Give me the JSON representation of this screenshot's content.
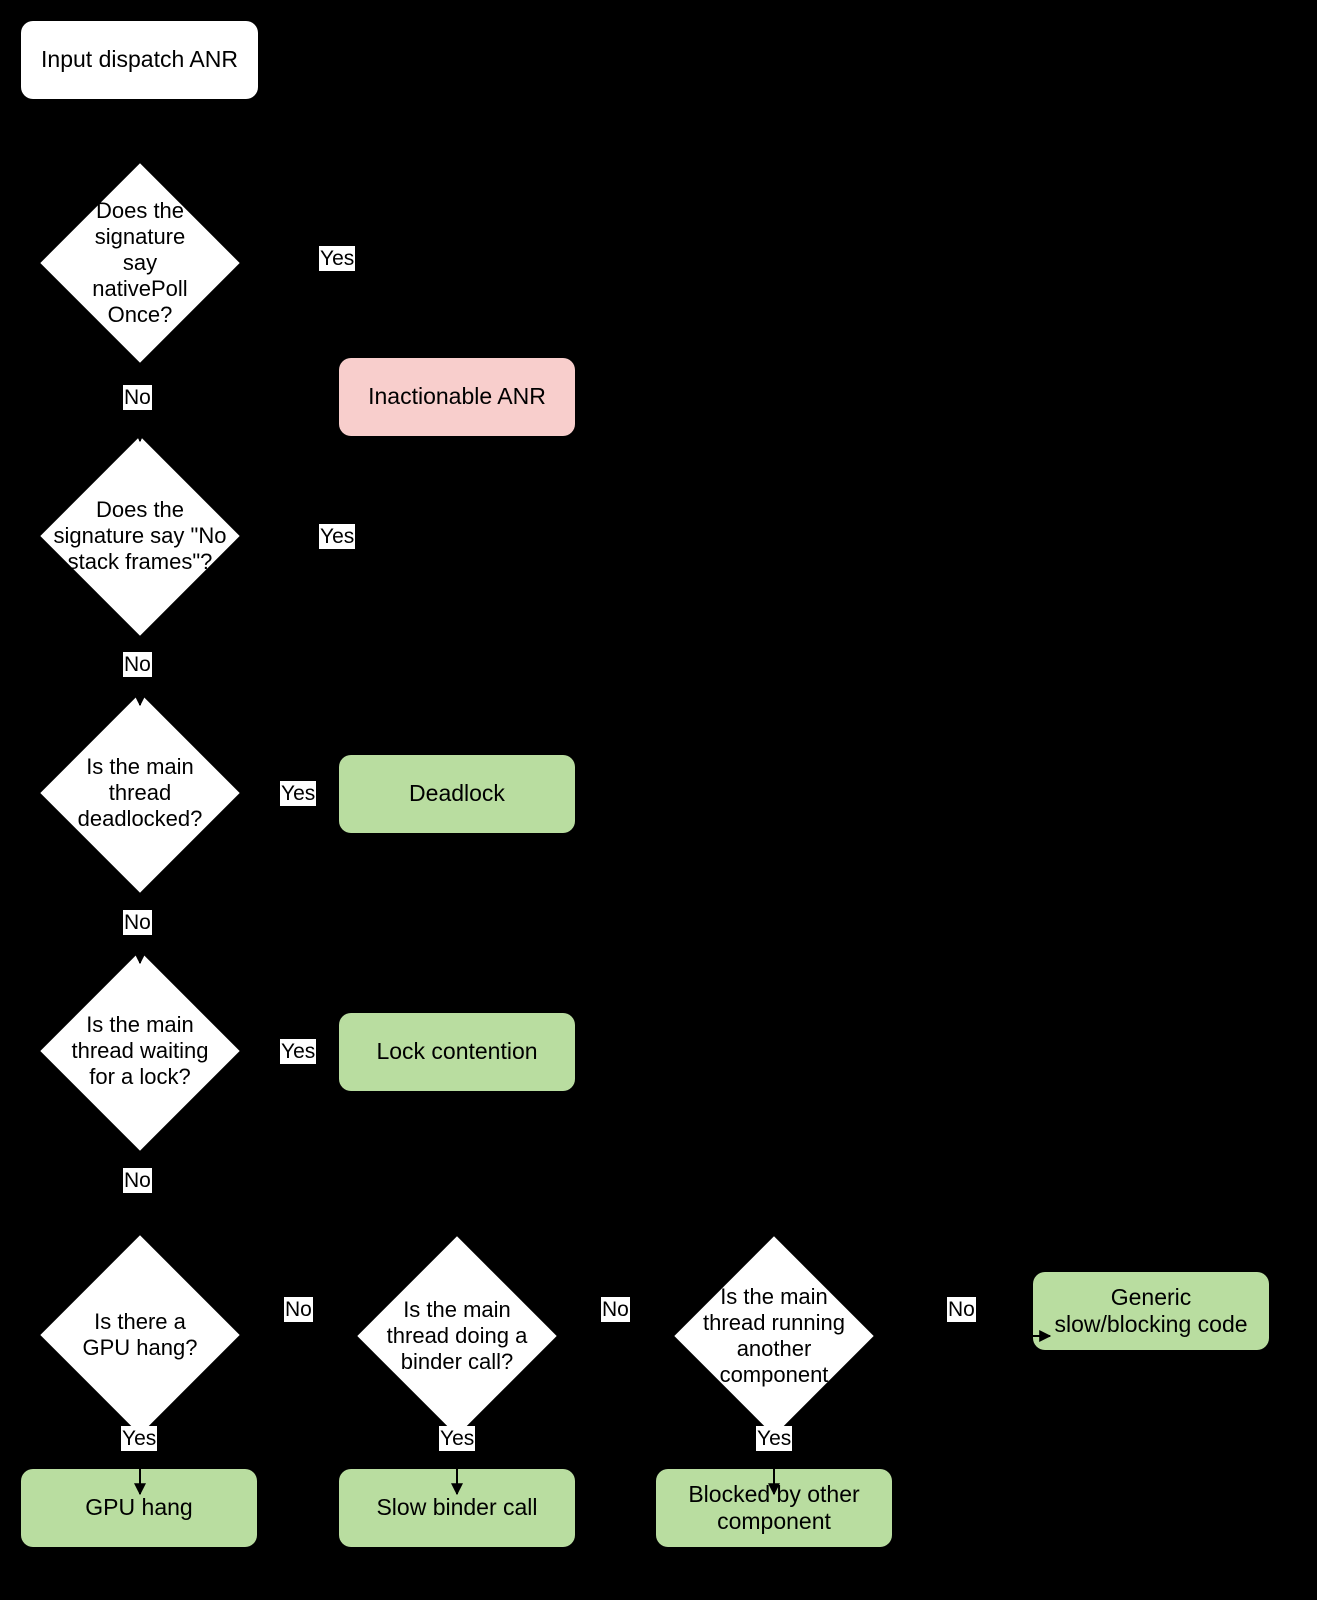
{
  "diagram": {
    "title": "Input dispatch ANR triage flowchart",
    "background_color": "#000000",
    "palette": {
      "terminal_white": "#FFFFFF",
      "decision_white": "#FFFFFF",
      "inactionable_pink": "#F8CECC",
      "outcome_green": "#B9DDA0",
      "text": "#000000",
      "edge_label_background": "#FFFFFF"
    }
  },
  "nodes": {
    "start": {
      "label": "Input dispatch ANR",
      "shape": "rounded-rectangle",
      "fill": "#FFFFFF"
    },
    "d_nativepollonce": {
      "label": "Does the\nsignature say\nnativePoll\nOnce?",
      "shape": "diamond",
      "fill": "#FFFFFF"
    },
    "d_nostackframes": {
      "label": "Does the\nsignature say \"No\nstack frames\"?",
      "shape": "diamond",
      "fill": "#FFFFFF"
    },
    "d_deadlocked": {
      "label": "Is the main\nthread\ndeadlocked?",
      "shape": "diamond",
      "fill": "#FFFFFF"
    },
    "d_waiting_lock": {
      "label": "Is the main\nthread waiting\nfor a lock?",
      "shape": "diamond",
      "fill": "#FFFFFF"
    },
    "d_gpu_hang": {
      "label": "Is there a\nGPU hang?",
      "shape": "diamond",
      "fill": "#FFFFFF"
    },
    "d_binder_call": {
      "label": "Is the main\nthread doing a\nbinder call?",
      "shape": "diamond",
      "fill": "#FFFFFF"
    },
    "d_other_component": {
      "label": "Is the main\nthread running\nanother\ncomponent",
      "shape": "diamond",
      "fill": "#FFFFFF"
    },
    "o_inactionable": {
      "label": "Inactionable ANR",
      "shape": "rounded-rectangle",
      "fill": "#F8CECC"
    },
    "o_deadlock": {
      "label": "Deadlock",
      "shape": "rounded-rectangle",
      "fill": "#B9DDA0"
    },
    "o_lock_contention": {
      "label": "Lock contention",
      "shape": "rounded-rectangle",
      "fill": "#B9DDA0"
    },
    "o_gpu_hang": {
      "label": "GPU hang",
      "shape": "rounded-rectangle",
      "fill": "#B9DDA0"
    },
    "o_slow_binder": {
      "label": "Slow binder call",
      "shape": "rounded-rectangle",
      "fill": "#B9DDA0"
    },
    "o_blocked_component": {
      "label": "Blocked by other\ncomponent",
      "shape": "rounded-rectangle",
      "fill": "#B9DDA0"
    },
    "o_generic_slow": {
      "label": "Generic\nslow/blocking code",
      "shape": "rounded-rectangle",
      "fill": "#B9DDA0"
    }
  },
  "edge_labels": {
    "nativepollonce_yes": "Yes",
    "nativepollonce_no": "No",
    "nostackframes_yes": "Yes",
    "nostackframes_no": "No",
    "deadlocked_yes": "Yes",
    "deadlocked_no": "No",
    "waiting_lock_yes": "Yes",
    "waiting_lock_no": "No",
    "gpu_hang_no": "No",
    "gpu_hang_yes": "Yes",
    "binder_call_no": "No",
    "binder_call_yes": "Yes",
    "other_component_no": "No",
    "other_component_yes": "Yes"
  }
}
